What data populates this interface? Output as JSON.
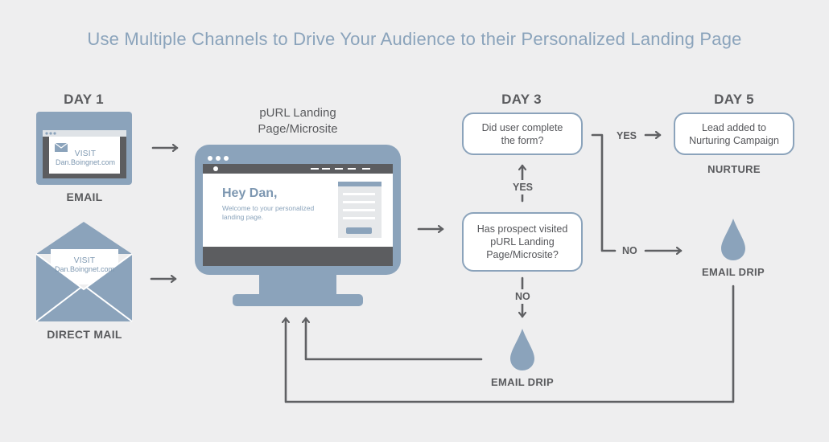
{
  "title": "Use Multiple Channels to Drive Your Audience to their Personalized Landing Page",
  "days": {
    "day1": "DAY 1",
    "day3": "DAY 3",
    "day5": "DAY 5"
  },
  "channels": {
    "email_label": "EMAIL",
    "direct_mail_label": "DIRECT MAIL",
    "visit_word": "VISIT",
    "visit_url": "Dan.Boingnet.com"
  },
  "landing": {
    "label_line1": "pURL Landing",
    "label_line2": "Page/Microsite",
    "greeting": "Hey Dan,",
    "subtext": "Welcome to your personalized landing page."
  },
  "decisions": {
    "visited_line1": "Has prospect visited",
    "visited_line2": "pURL Landing",
    "visited_line3": "Page/Microsite?",
    "completed_line1": "Did user complete",
    "completed_line2": "the form?"
  },
  "outcomes": {
    "nurture_line1": "Lead added to",
    "nurture_line2": "Nurturing Campaign",
    "nurture_label": "NURTURE",
    "email_drip_mid": "EMAIL DRIP",
    "email_drip_right": "EMAIL DRIP"
  },
  "flow_labels": {
    "yes_up": "YES",
    "no_down": "NO",
    "yes_right": "YES",
    "no_right": "NO"
  },
  "colors": {
    "accent": "#8ba3bb",
    "dark": "#5a5b5e",
    "background": "#eeeeef",
    "arrow": "#5f6063"
  }
}
